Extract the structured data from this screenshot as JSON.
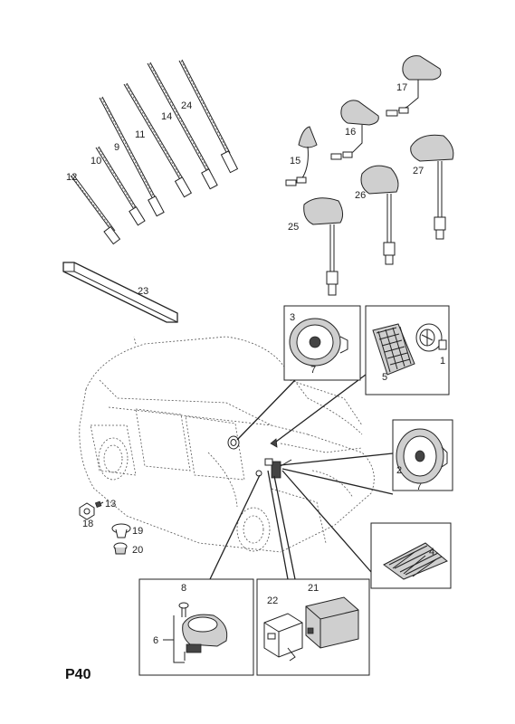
{
  "page_label": "P40",
  "part_numbers": {
    "n1": "1",
    "n2": "2",
    "n3": "3",
    "n4": "4",
    "n5": "5",
    "n6": "6",
    "n7a": "7",
    "n7b": "7",
    "n8": "8",
    "n9": "9",
    "n10": "10",
    "n11": "11",
    "n12": "12",
    "n13": "13",
    "n14": "14",
    "n15": "15",
    "n16": "16",
    "n17": "17",
    "n18": "18",
    "n19": "19",
    "n20": "20",
    "n21": "21",
    "n22": "22",
    "n23": "23",
    "n24": "24",
    "n25": "25",
    "n26": "26",
    "n27": "27"
  },
  "colors": {
    "line": "#222222",
    "shade": "#cfcfcf",
    "background": "#ffffff"
  },
  "icons": {
    "antenna_rod": "antenna-rod-icon",
    "roof_antenna": "roof-antenna-icon",
    "speaker": "speaker-icon",
    "speaker_grille": "speaker-grille-icon",
    "tweeter": "tweeter-icon",
    "module": "electronic-module-icon",
    "vehicle": "vehicle-outline-icon"
  }
}
